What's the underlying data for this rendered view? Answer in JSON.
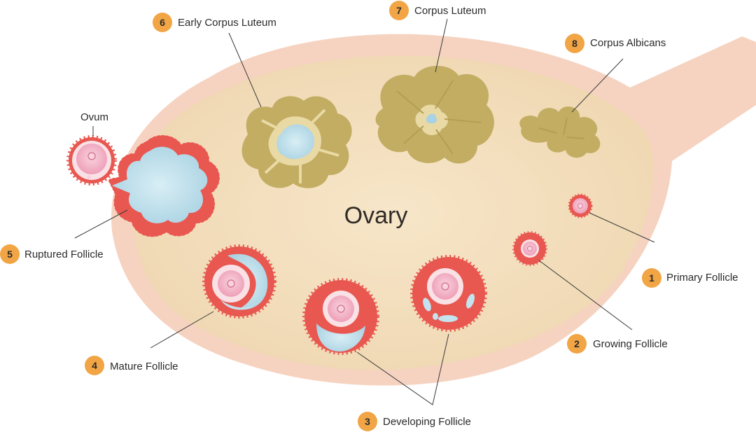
{
  "diagram": {
    "center_label": "Ovary",
    "ovum_label": "Ovum",
    "stages": [
      {
        "num": "1",
        "label": "Primary Follicle"
      },
      {
        "num": "2",
        "label": "Growing Follicle"
      },
      {
        "num": "3",
        "label": "Developing Follicle"
      },
      {
        "num": "4",
        "label": "Mature Follicle"
      },
      {
        "num": "5",
        "label": "Ruptured Follicle"
      },
      {
        "num": "6",
        "label": "Early Corpus Luteum"
      },
      {
        "num": "7",
        "label": "Corpus Luteum"
      },
      {
        "num": "8",
        "label": "Corpus Albicans"
      }
    ]
  },
  "colors": {
    "ovary_outer": "#f6d3c1",
    "ovary_inner": "#f4dfbf",
    "follicle_red": "#e85750",
    "antrum_blue": "#c5e3ee",
    "oocyte_pink": "#f3b4c8",
    "luteum": "#c2ad62",
    "badge": "#f1a545"
  }
}
